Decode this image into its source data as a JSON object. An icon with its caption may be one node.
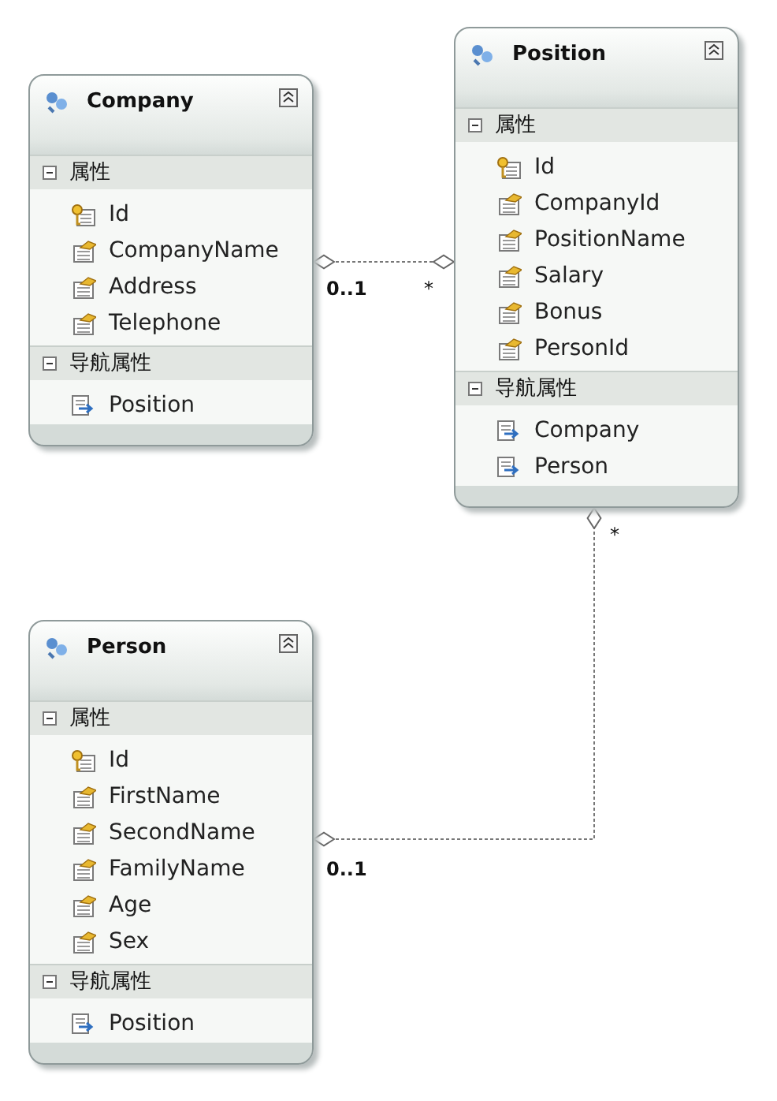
{
  "diagram": {
    "nodes": [
      {
        "text": [
          "Company",
          "属性",
          "Id",
          "CompanyName",
          "Address",
          "Telephone",
          "导航属性",
          "Position"
        ]
      },
      {
        "text": [
          "Position",
          "属性",
          "Id",
          "CompanyId",
          "PositionName",
          "Salary",
          "Bonus",
          "PersonId",
          "导航属性",
          "Company",
          "Person"
        ]
      },
      {
        "text": [
          "Person",
          "属性",
          "Id",
          "FirstName",
          "SecondName",
          "FamilyName",
          "Age",
          "Sex",
          "导航属性",
          "Position"
        ]
      }
    ],
    "edges": [
      {
        "from": 0,
        "to": 1,
        "arrow": "other",
        "style": "dashed"
      },
      {
        "from": 2,
        "to": 1,
        "arrow": "other",
        "style": "dashed"
      }
    ],
    "labels": [
      "0..1",
      "*",
      "*",
      "0..1"
    ]
  }
}
